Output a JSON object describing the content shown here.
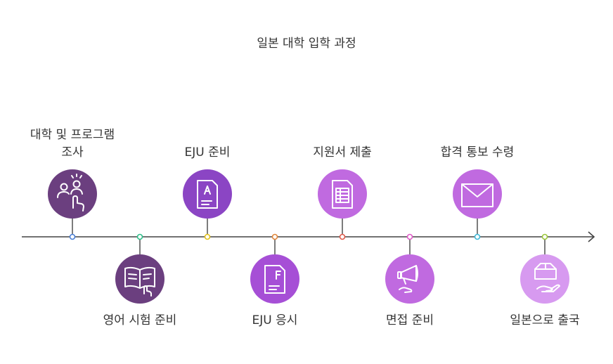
{
  "title": "일본 대학 입학 과정",
  "colors": {
    "axis": "#444444",
    "circle_dark": "#6b3f7f",
    "circle_mid": "#8b45c4",
    "circle_purple": "#a64fd6",
    "circle_light": "#c06ae0",
    "circle_lighter": "#d79af0"
  },
  "steps": [
    {
      "label_line1": "대학 및 프로그램",
      "label_line2": "조사",
      "icon": "people-touch-icon",
      "dot_color": "#4a7fd6"
    },
    {
      "label_line1": "영어 시험 준비",
      "label_line2": "",
      "icon": "open-book-icon",
      "dot_color": "#2fbf8a"
    },
    {
      "label_line1": "EJU 준비",
      "label_line2": "",
      "icon": "document-a-icon",
      "dot_color": "#e2c21b"
    },
    {
      "label_line1": "EJU 응시",
      "label_line2": "",
      "icon": "document-f-icon",
      "dot_color": "#e2873a"
    },
    {
      "label_line1": "지원서 제출",
      "label_line2": "",
      "icon": "form-table-icon",
      "dot_color": "#e05a4a"
    },
    {
      "label_line1": "면접 준비",
      "label_line2": "",
      "icon": "megaphone-icon",
      "dot_color": "#e05ac8"
    },
    {
      "label_line1": "합격 통보 수령",
      "label_line2": "",
      "icon": "envelope-icon",
      "dot_color": "#3fb8d6"
    },
    {
      "label_line1": "일본으로 출국",
      "label_line2": "",
      "icon": "package-hand-icon",
      "dot_color": "#9cc83a"
    }
  ]
}
